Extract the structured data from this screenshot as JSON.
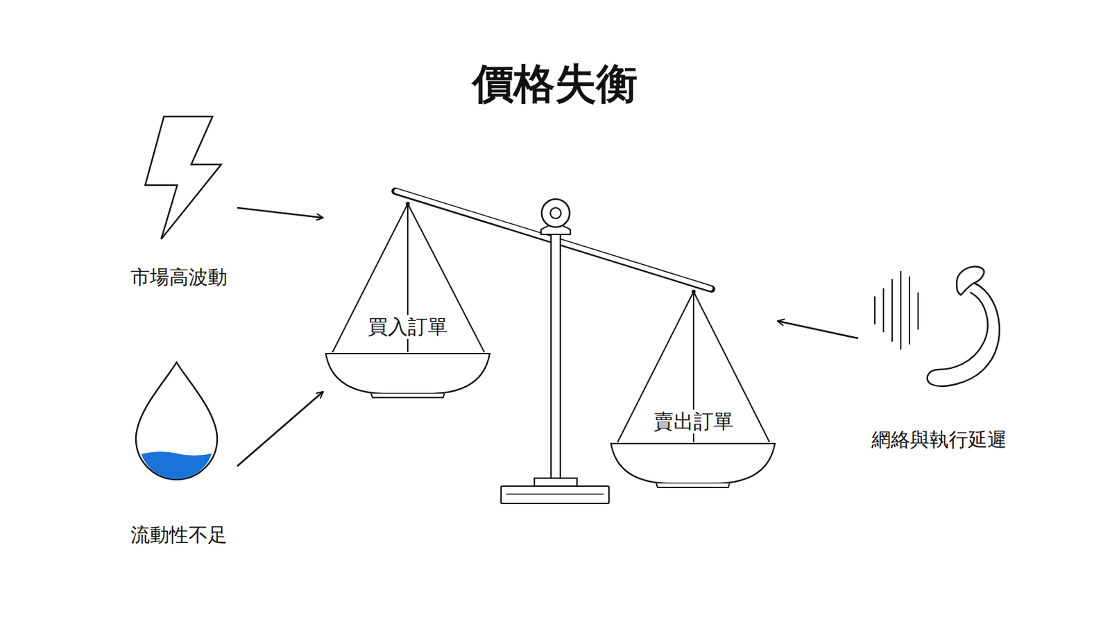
{
  "diagram": {
    "title": "價格失衡",
    "nodes": [
      {
        "text": [
          "買入訂單"
        ]
      },
      {
        "text": [
          "賣出訂單"
        ]
      },
      {
        "text": [
          "市場高波動"
        ]
      },
      {
        "text": [
          "流動性不足"
        ]
      },
      {
        "text": [
          "網絡與執行延遲"
        ]
      }
    ],
    "edges": [
      {
        "from": 2,
        "to": 0,
        "arrow": "to"
      },
      {
        "from": 3,
        "to": 0,
        "arrow": "to"
      },
      {
        "from": 4,
        "to": 1,
        "arrow": "to"
      }
    ]
  }
}
